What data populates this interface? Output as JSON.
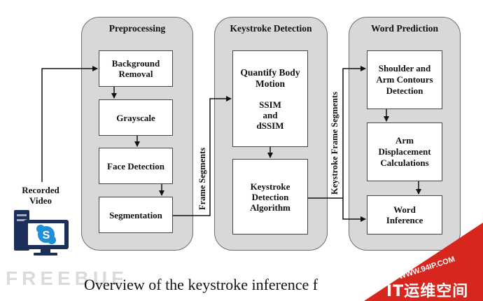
{
  "panels": {
    "preprocessing": {
      "title": "Preprocessing"
    },
    "keystroke_detection": {
      "title": "Keystroke Detection"
    },
    "word_prediction": {
      "title": "Word Prediction"
    }
  },
  "boxes": {
    "background_removal": "Background Removal",
    "grayscale": "Grayscale",
    "face_detection": "Face Detection",
    "segmentation": "Segmentation",
    "quantify_body_motion": "Quantify Body Motion",
    "ssim": "SSIM",
    "and": "and",
    "dssim": "dSSIM",
    "keystroke_detection_algorithm": "Keystroke Detection Algorithm",
    "shoulder_arm": "Shoulder and Arm Contours Detection",
    "arm_displacement": "Arm Displacement Calculations",
    "word_inference": "Word Inference"
  },
  "labels": {
    "frame_segments": "Frame Segments",
    "keystroke_frame_segments": "Keystroke Frame Segments",
    "recorded_video": "Recorded Video"
  },
  "caption": "Overview of the keystroke inference f",
  "watermarks": {
    "left": "FREEBUF",
    "url": "WWW.94IP.COM",
    "chinese": "IT运维空间"
  },
  "colors": {
    "panel_fill": "#d8d8d8",
    "watermark_red": "#d7261e",
    "skype_blue": "#1f8fd6",
    "computer_navy": "#1b2f5a"
  },
  "icons": {
    "computer": "desktop-computer-icon",
    "skype": "skype-icon"
  }
}
